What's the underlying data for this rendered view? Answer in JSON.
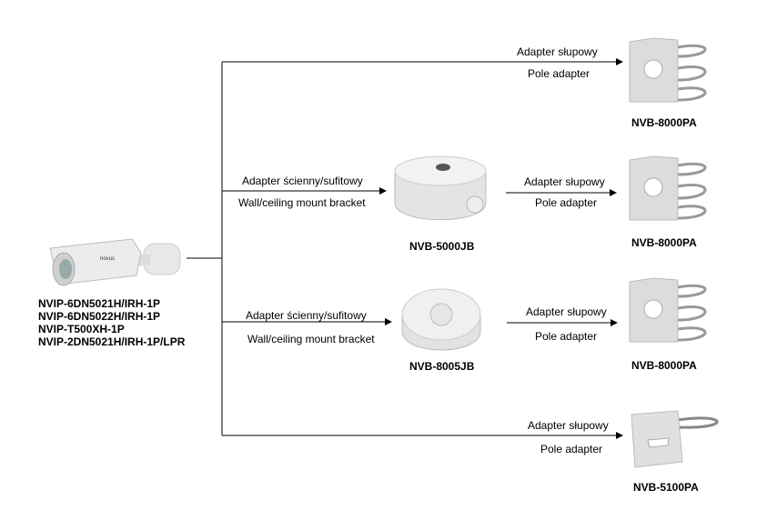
{
  "camera": {
    "models": [
      "NVIP-6DN5021H/IRH-1P",
      "NVIP-6DN5022H/IRH-1P",
      "NVIP-T500XH-1P",
      "NVIP-2DN5021H/IRH-1P/LPR"
    ]
  },
  "branches": [
    {
      "label_pl": "Adapter słupowy",
      "label_en": "Pole adapter",
      "product": "NVB-8000PA"
    },
    {
      "label_pl": "Adapter ścienny/sufitowy",
      "label_en": "Wall/ceiling mount bracket",
      "product": "NVB-5000JB",
      "next": {
        "label_pl": "Adapter słupowy",
        "label_en": "Pole adapter",
        "product": "NVB-8000PA"
      }
    },
    {
      "label_pl": "Adapter ścienny/sufitowy",
      "label_en": "Wall/ceiling mount bracket",
      "product": "NVB-8005JB",
      "next": {
        "label_pl": "Adapter słupowy",
        "label_en": "Pole adapter",
        "product": "NVB-8000PA"
      }
    },
    {
      "label_pl": "Adapter słupowy",
      "label_en": "Pole adapter",
      "product": "NVB-5100PA"
    }
  ]
}
